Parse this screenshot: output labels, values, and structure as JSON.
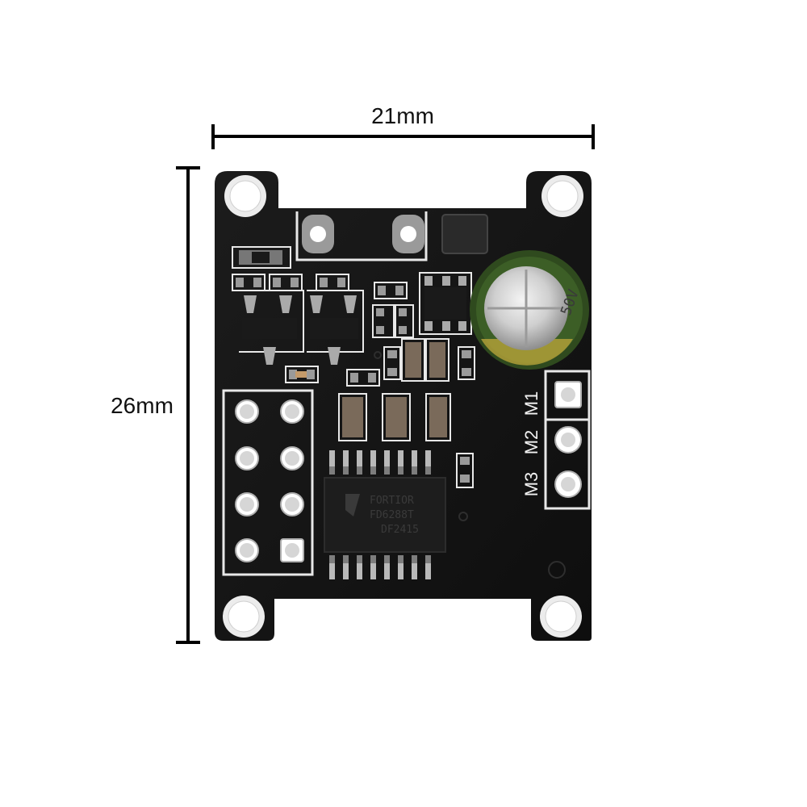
{
  "dimensions": {
    "width_label": "21mm",
    "height_label": "26mm"
  },
  "board": {
    "pcb_color": "#141414",
    "silkscreen_color": "#f2f2f2",
    "pin_labels": [
      "M1",
      "M2",
      "M3"
    ],
    "chip_marking": [
      "FORTIOR",
      "FD6288T",
      "DF2415"
    ],
    "capacitor_marking": "50V"
  }
}
